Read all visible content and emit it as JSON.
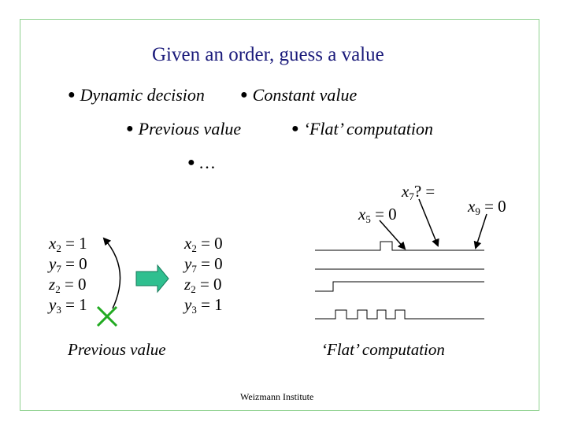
{
  "title": "Given an order, guess a value",
  "bullets": {
    "dynamic": "Dynamic decision",
    "constant": "Constant value",
    "previous": "Previous value",
    "flat": "‘Flat’ computation",
    "ellipsis": "…"
  },
  "left_values": [
    {
      "var": "x",
      "sub": "2",
      "rhs": " = 1"
    },
    {
      "var": "y",
      "sub": "7",
      "rhs": " = 0"
    },
    {
      "var": "z",
      "sub": "2",
      "rhs": " = 0"
    },
    {
      "var": "y",
      "sub": "3",
      "rhs": " = 1"
    }
  ],
  "right_values": [
    {
      "var": "x",
      "sub": "2",
      "rhs": " = 0"
    },
    {
      "var": "y",
      "sub": "7",
      "rhs": " = 0"
    },
    {
      "var": "z",
      "sub": "2",
      "rhs": " = 0"
    },
    {
      "var": "y",
      "sub": "3",
      "rhs": " = 1"
    }
  ],
  "annotations": {
    "x7": {
      "var": "x",
      "sub": "7",
      "rhs": "? ="
    },
    "x5": {
      "var": "x",
      "sub": "5",
      "rhs": " = 0"
    },
    "x9": {
      "var": "x",
      "sub": "9",
      "rhs": " = 0"
    }
  },
  "captions": {
    "previous": "Previous value",
    "flat": "‘Flat’ computation"
  },
  "footer": "Weizmann Institute",
  "colors": {
    "title": "#1a1a7a",
    "frame": "#8fd18f",
    "arrow_fill": "#2fbf8f",
    "cross": "#22aa22"
  }
}
